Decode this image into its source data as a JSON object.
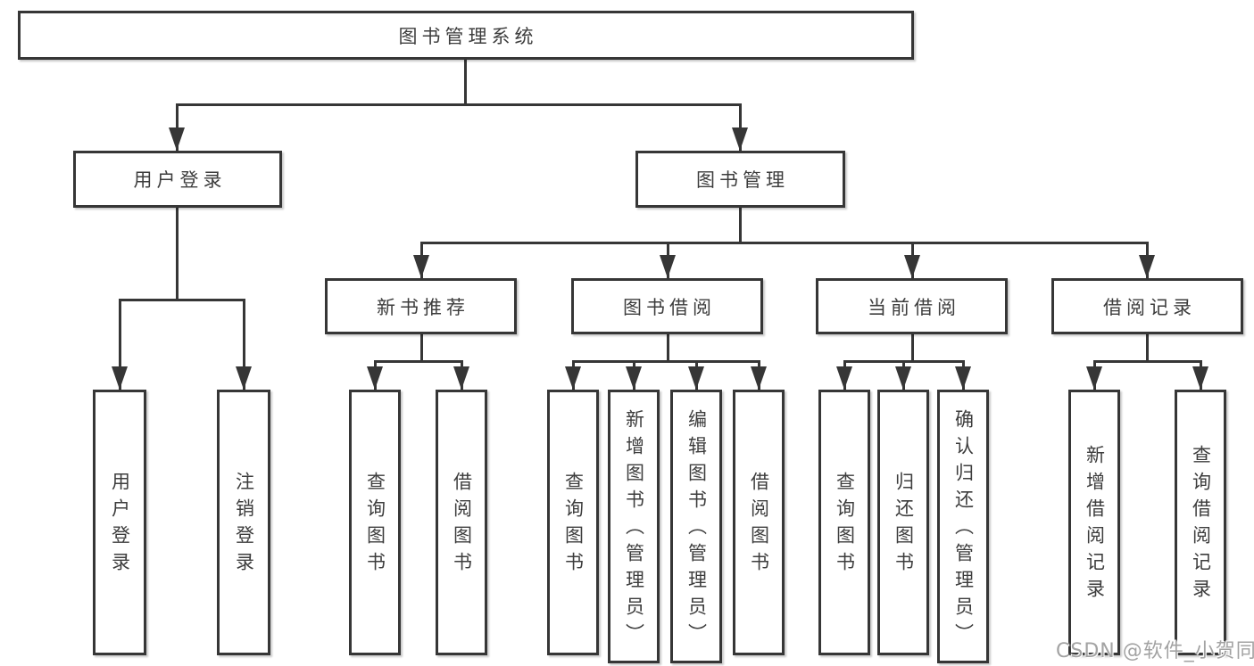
{
  "colors": {
    "line": "#363636",
    "text": "#3d3d3d",
    "background": "#ffffff",
    "watermark": "#a3a3a3"
  },
  "tree": {
    "label": "图书管理系统",
    "children": [
      {
        "label": "用户登录",
        "children": [
          {
            "label": "用户登录"
          },
          {
            "label": "注销登录"
          }
        ]
      },
      {
        "label": "图书管理",
        "children": [
          {
            "label": "新书推荐",
            "children": [
              {
                "label": "查询图书"
              },
              {
                "label": "借阅图书"
              }
            ]
          },
          {
            "label": "图书借阅",
            "children": [
              {
                "label": "查询图书"
              },
              {
                "label": "新增图书（管理员）"
              },
              {
                "label": "编辑图书（管理员）"
              },
              {
                "label": "借阅图书"
              }
            ]
          },
          {
            "label": "当前借阅",
            "children": [
              {
                "label": "查询图书"
              },
              {
                "label": "归还图书"
              },
              {
                "label": "确认归还（管理员）"
              }
            ]
          },
          {
            "label": "借阅记录",
            "children": [
              {
                "label": "新增借阅记录"
              },
              {
                "label": "查询借阅记录"
              }
            ]
          }
        ]
      }
    ]
  },
  "watermark": {
    "text": "CSDN @软件_小贺同学"
  }
}
